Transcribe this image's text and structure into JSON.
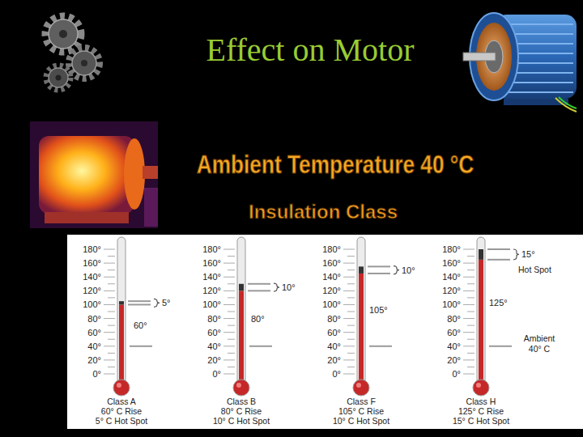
{
  "diagram": {
    "title": "Effect on Motor",
    "labels": [
      "Ambient Temperature 40 °C",
      "Insulation Class",
      "180°",
      "160°",
      "140°",
      "120°",
      "100°",
      "80°",
      "60°",
      "40°",
      "20°",
      "0°",
      "5°",
      "60°",
      "Class A",
      "60° C Rise",
      "5° C Hot Spot",
      "180°",
      "160°",
      "140°",
      "120°",
      "100°",
      "80°",
      "60°",
      "40°",
      "20°",
      "0°",
      "10°",
      "80°",
      "Class B",
      "80° C Rise",
      "10° C Hot Spot",
      "180°",
      "160°",
      "140°",
      "120°",
      "100°",
      "80°",
      "60°",
      "40°",
      "20°",
      "0°",
      "10°",
      "105°",
      "Class F",
      "105° C Rise",
      "10° C Hot Spot",
      "180°",
      "160°",
      "140°",
      "120°",
      "100°",
      "80°",
      "60°",
      "40°",
      "20°",
      "0°",
      "15°",
      "Hot Spot",
      "125°",
      "Ambient",
      "40° C",
      "Class H",
      "125° C Rise",
      "15° C Hot Spot"
    ]
  }
}
